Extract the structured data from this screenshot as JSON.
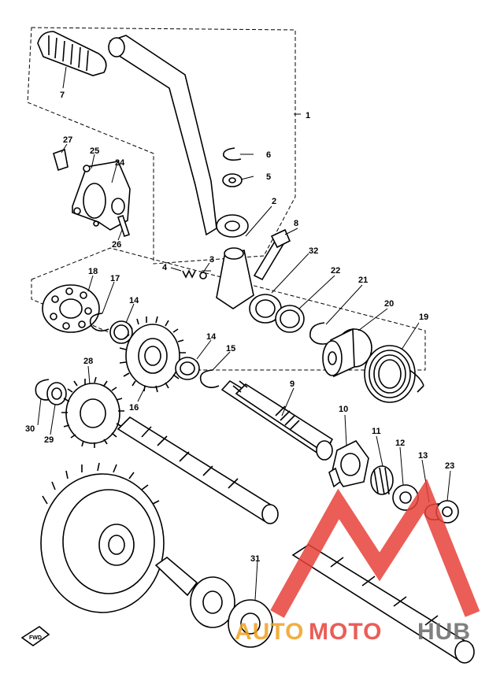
{
  "callouts": [
    "1",
    "2",
    "3",
    "4",
    "5",
    "6",
    "7",
    "8",
    "9",
    "10",
    "11",
    "12",
    "13",
    "14",
    "14",
    "15",
    "16",
    "17",
    "18",
    "19",
    "20",
    "21",
    "22",
    "23",
    "24",
    "25",
    "26",
    "27",
    "28",
    "29",
    "30",
    "31",
    "32"
  ],
  "front_arrow": "FWD",
  "watermark": {
    "part1": "AUTO",
    "part2": "MOTO",
    "part3": "HUB",
    "color_red": "#e8413a",
    "color_orange": "#f0a020",
    "color_gray": "#6b6b6b"
  }
}
